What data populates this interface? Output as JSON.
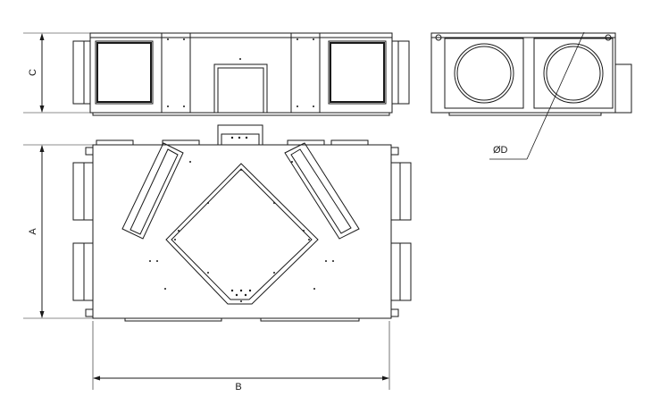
{
  "dimensions": {
    "width_label": "B",
    "height_label": "A",
    "depth_label": "C",
    "diameter_label": "ØD"
  },
  "colors": {
    "line": "#1a1a1a",
    "background": "#ffffff"
  }
}
